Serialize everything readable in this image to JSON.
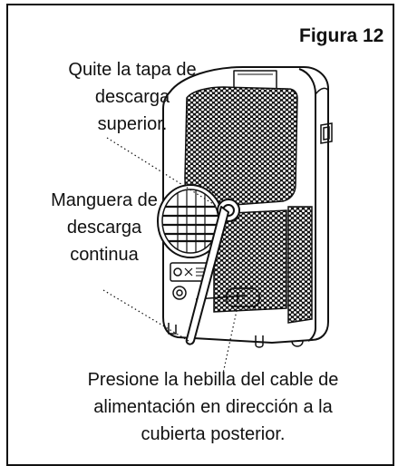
{
  "figure": {
    "title": "Figura 12",
    "callouts": {
      "top_cover": [
        "Quite la tapa de",
        "descarga",
        "superior."
      ],
      "hose": [
        "Manguera de",
        "descarga",
        "continua"
      ],
      "cable_buckle": [
        "Presione la hebilla del cable de",
        "alimentación en dirección a la",
        "cubierta posterior."
      ]
    }
  },
  "colors": {
    "line": "#111111",
    "hole_fill": "#ffffff",
    "background": "#ffffff"
  },
  "icons": [
    "portable-air-conditioner-illustration",
    "grille-hole-pattern",
    "hose-icon",
    "leader-line"
  ]
}
